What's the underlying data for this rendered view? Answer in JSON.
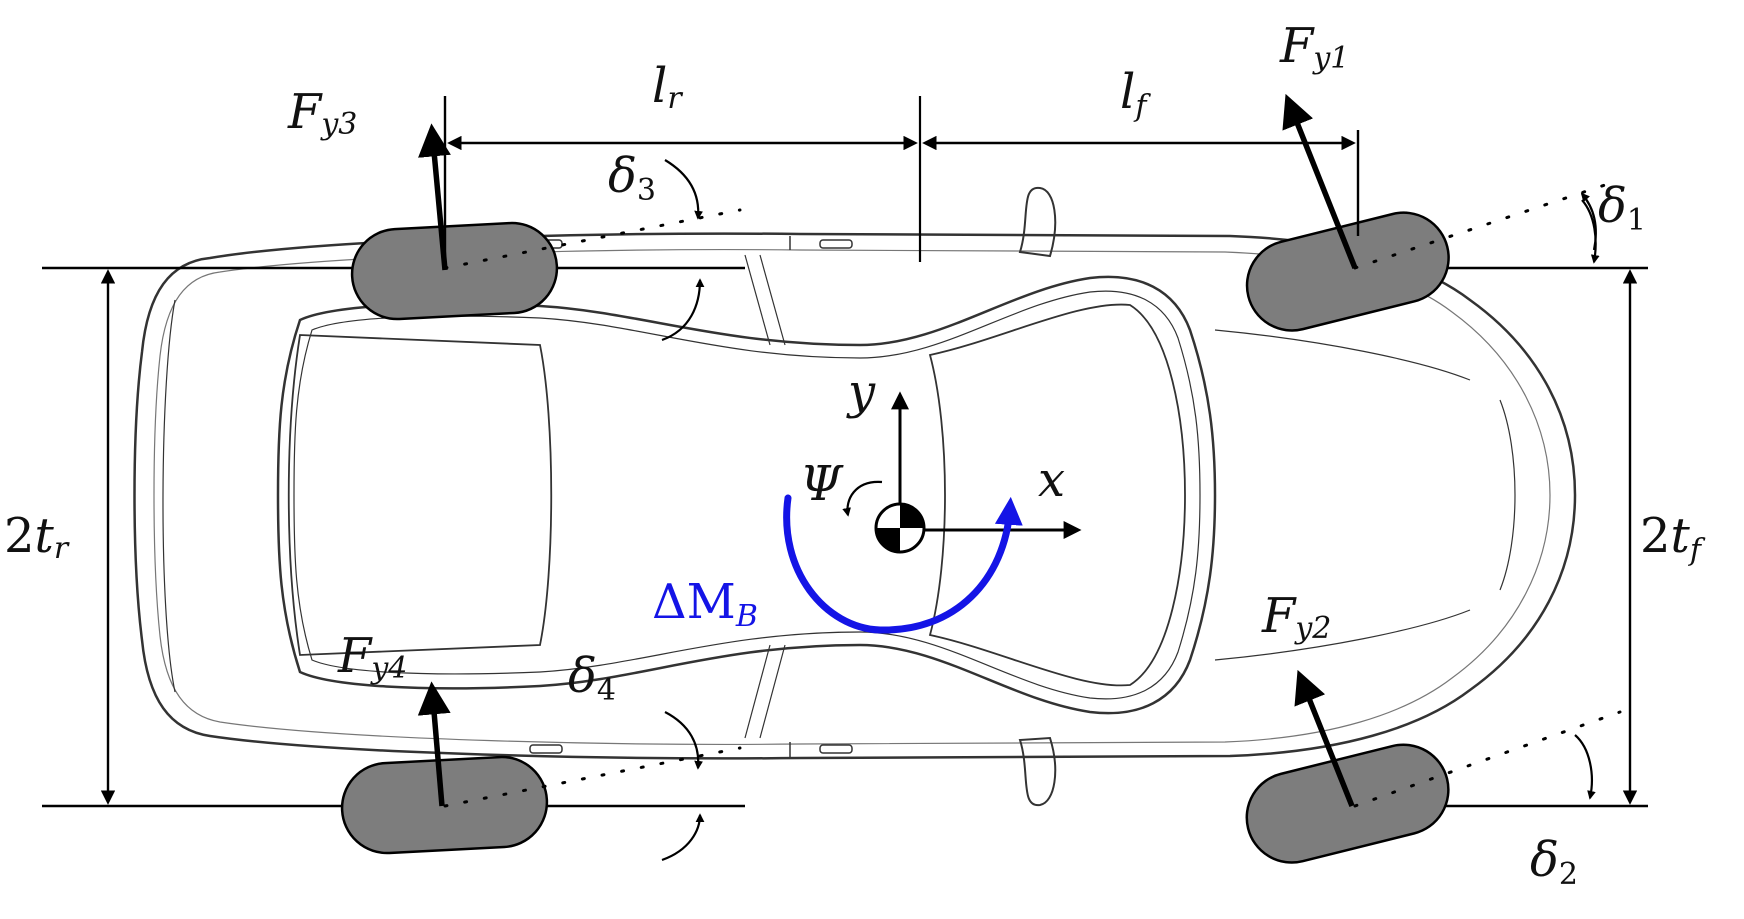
{
  "colors": {
    "tire_fill": "#7d7d7d",
    "force_arrow": "#000000",
    "yaw_moment": "#1414e6",
    "body_outline": "#333333"
  },
  "labels": {
    "fy1_main": "F",
    "fy1_sub": "y1",
    "fy2_main": "F",
    "fy2_sub": "y2",
    "fy3_main": "F",
    "fy3_sub": "y3",
    "fy4_main": "F",
    "fy4_sub": "y4",
    "lr_main": "l",
    "lr_sub": "r",
    "lf_main": "l",
    "lf_sub": "f",
    "d1_main": "δ",
    "d1_sub": "1",
    "d2_main": "δ",
    "d2_sub": "2",
    "d3_main": "δ",
    "d3_sub": "3",
    "d4_main": "δ",
    "d4_sub": "4",
    "tr_num": "2",
    "tr_main": "t",
    "tr_sub": "r",
    "tf_num": "2",
    "tf_main": "t",
    "tf_sub": "f",
    "x_axis": "x",
    "y_axis": "y",
    "yaw_angle": "Ψ",
    "moment_main": "ΔM",
    "moment_sub": "B"
  },
  "icons": {
    "center_of_gravity": "cg-symbol-icon",
    "yaw_rotation": "curved-arrow-icon"
  }
}
